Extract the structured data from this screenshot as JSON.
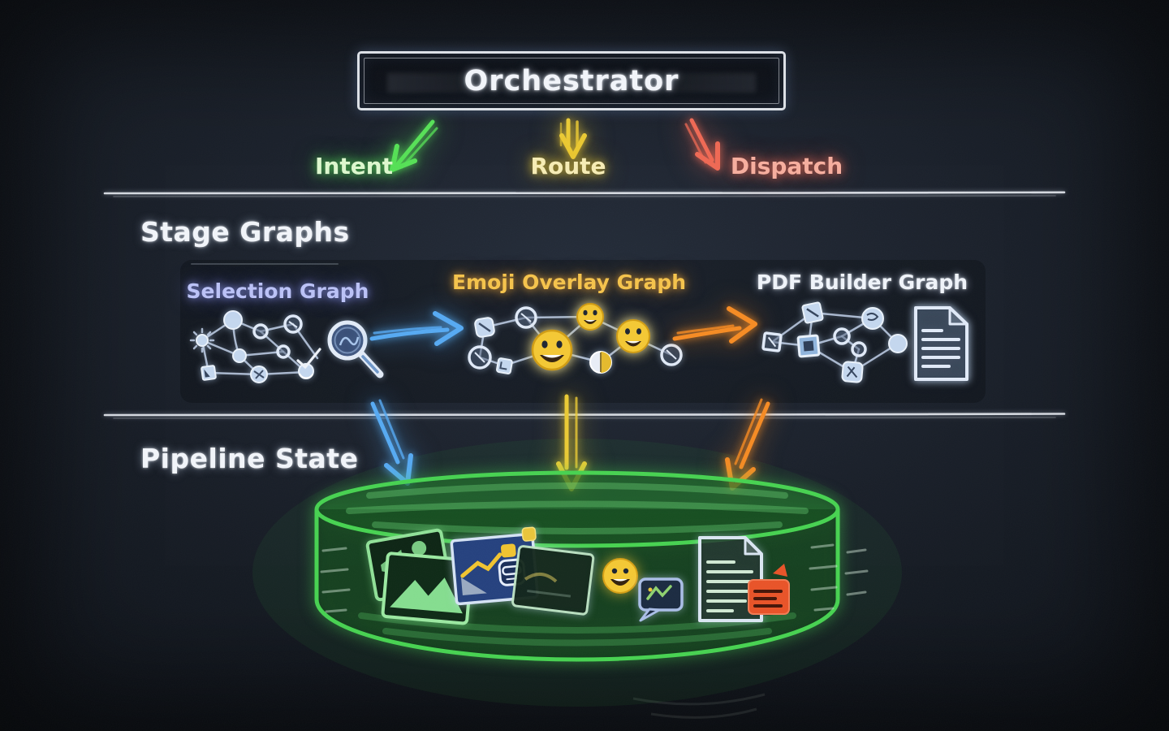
{
  "orchestrator": {
    "title": "Orchestrator"
  },
  "flow": {
    "intent": "Intent",
    "route": "Route",
    "dispatch": "Dispatch"
  },
  "sections": {
    "stage_graphs": "Stage Graphs",
    "pipeline_state": "Pipeline State"
  },
  "graphs": {
    "selection": "Selection Graph",
    "emoji": "Emoji Overlay Graph",
    "pdf": "PDF Builder Graph"
  },
  "icons": {
    "intent_arrow": "green-down-left-arrow",
    "route_arrow": "yellow-down-arrow",
    "dispatch_arrow": "red-down-right-arrow",
    "selection_graph": "node-network-with-magnifier",
    "emoji_graph": "node-network-with-smileys",
    "pdf_graph": "node-network-with-document",
    "selection_to_emoji": "blue-right-arrow",
    "emoji_to_pdf": "orange-right-arrow",
    "pipeline_store": "green-database-cylinder",
    "store_items": [
      "photo-stack",
      "chart-slide",
      "smiley-sticker",
      "speech-bubble",
      "document",
      "red-annotation"
    ]
  },
  "colors": {
    "board_dark": "#0c1016",
    "board_mid": "#171d27",
    "board_light": "#232b38",
    "chalk": "#eef2f8",
    "heading_text": "#f1f4f9",
    "intent_green": "#56e056",
    "intent_text": "#dcf7cd",
    "route_yellow": "#eac933",
    "route_text": "#f6ecb4",
    "dispatch_red": "#ee6853",
    "dispatch_text": "#f6ad9d",
    "selection_text": "#bac1f6",
    "emoji_text": "#f4c24a",
    "pdf_text": "#eff3f9",
    "node_blue": "#c9daf2",
    "arrow_blue": "#55a9f2",
    "arrow_orange": "#f58a22",
    "cylinder_green": "#46d150",
    "photo_green": "#84dc8e",
    "slide_blue": "#24407d",
    "emoji_yellow": "#f3c733",
    "doc_light": "#d9e5f1",
    "note_red": "#e85227"
  }
}
